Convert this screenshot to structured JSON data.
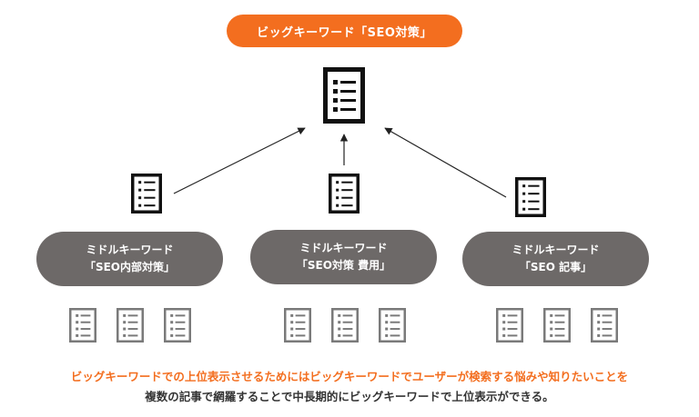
{
  "colors": {
    "accent": "#F36E1F",
    "pill_gray": "#6D6968",
    "doc_dark": "#111111",
    "doc_gray": "#7A7A7A",
    "arrow": "#222222",
    "text_dark": "#333333"
  },
  "top": {
    "label": "ビッグキーワード「SEO対策」",
    "icon": "document-list-icon"
  },
  "middle": [
    {
      "line1": "ミドルキーワード",
      "line2": "「SEO内部対策」",
      "icon": "document-list-icon"
    },
    {
      "line1": "ミドルキーワード",
      "line2": "「SEO対策 費用」",
      "icon": "document-list-icon"
    },
    {
      "line1": "ミドルキーワード",
      "line2": "「SEO 記事」",
      "icon": "document-list-icon"
    }
  ],
  "caption": {
    "line1": "ビッグキーワードでの上位表示させるためにはビッグキーワードでユーザーが検索する悩みや知りたいことを",
    "line2": "複数の記事で網羅することで中長期的にビッグキーワードで上位表示ができる。"
  }
}
